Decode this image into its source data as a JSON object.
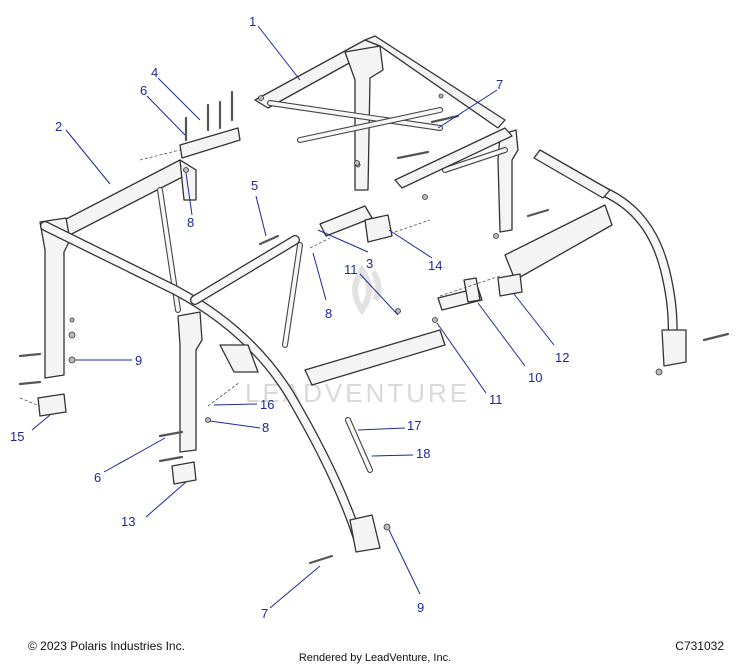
{
  "diagram": {
    "callouts": [
      "1",
      "2",
      "3",
      "4",
      "5",
      "6",
      "6",
      "7",
      "7",
      "8",
      "8",
      "8",
      "9",
      "9",
      "10",
      "11",
      "11",
      "12",
      "13",
      "14",
      "15",
      "16",
      "17",
      "18"
    ],
    "watermark": "LEADVENTURE",
    "colors": {
      "callout": "#1a2a9c",
      "line": "#333333",
      "watermark": "#d9d9d9"
    }
  },
  "footer": {
    "copyright": "© 2023 Polaris Industries Inc.",
    "diagram_code": "C731032",
    "rendered_by": "Rendered by LeadVenture, Inc."
  }
}
